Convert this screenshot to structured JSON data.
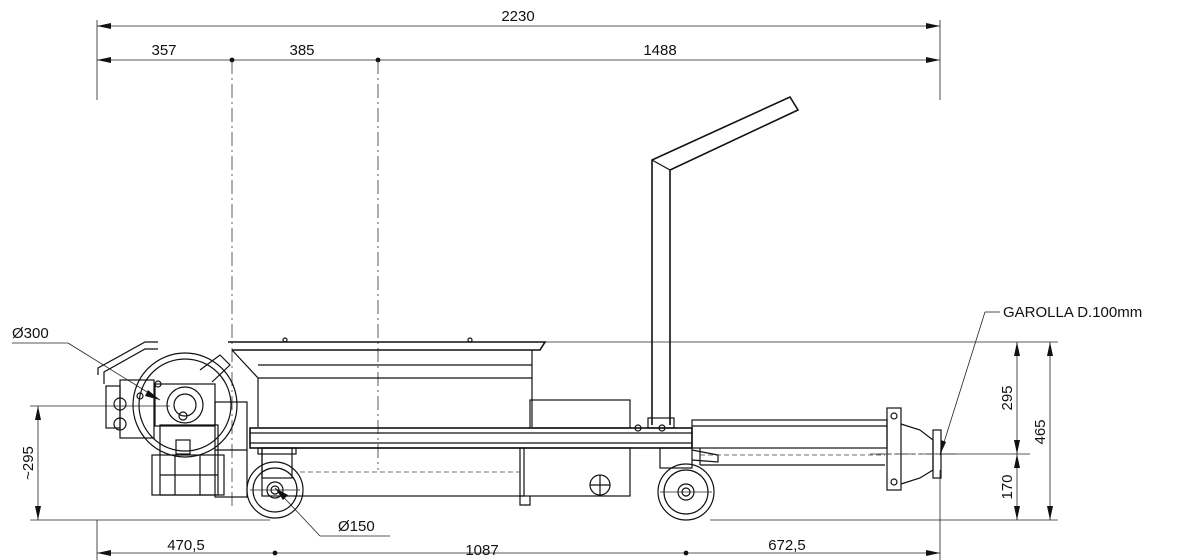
{
  "dimensions": {
    "overall_length": "2230",
    "segment_1": "357",
    "segment_2": "385",
    "segment_3": "1488",
    "bottom_1": "470,5",
    "bottom_2": "1087",
    "bottom_3": "672,5",
    "height_upper": "295",
    "height_total": "465",
    "height_lower": "170",
    "height_left": "~295",
    "rotor_diameter": "Ø300",
    "wheel_diameter": "Ø150"
  },
  "callouts": {
    "outlet": "GAROLLA D.100mm"
  }
}
